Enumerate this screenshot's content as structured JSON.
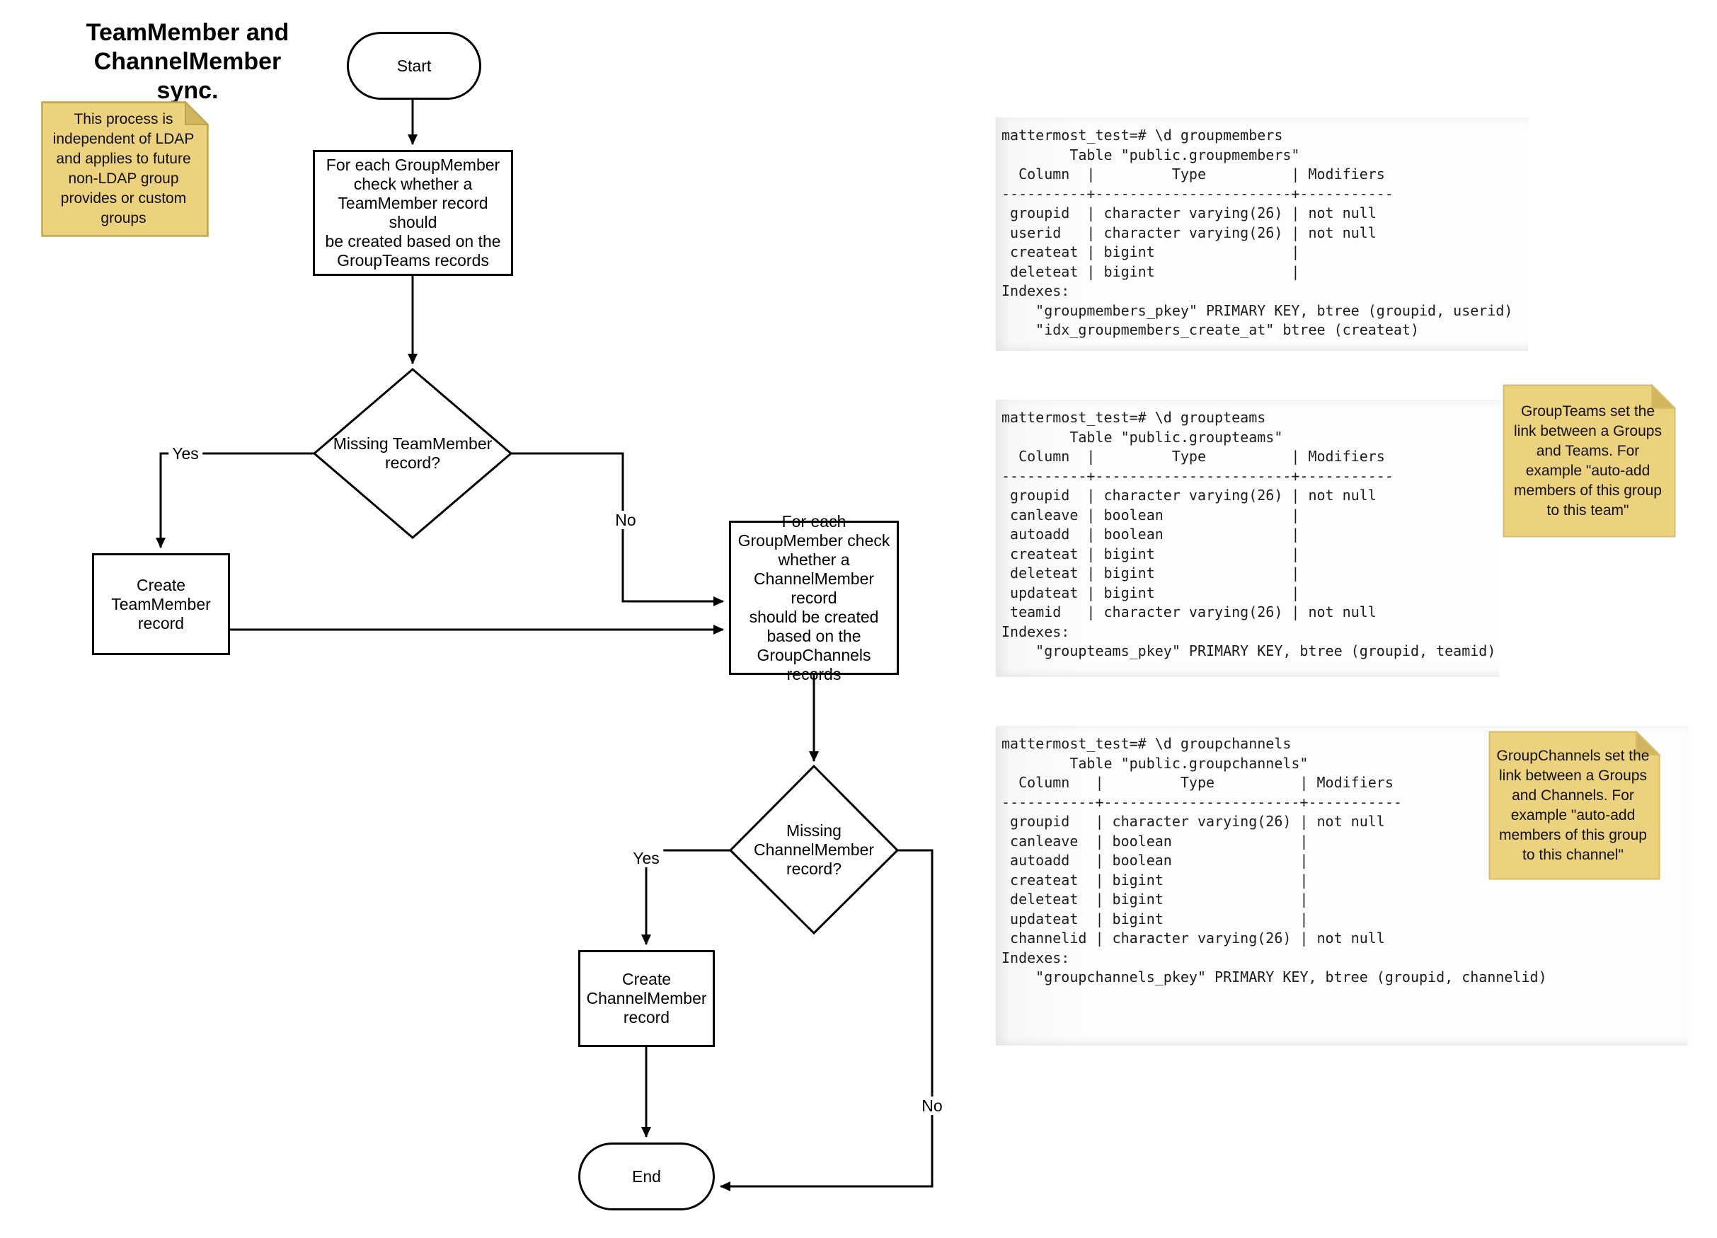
{
  "title": "TeamMember and\nChannelMember sync.",
  "sticky_notes": {
    "process_scope": "This process is\nindependent of LDAP\nand applies to future\nnon-LDAP group\nprovides or custom\ngroups",
    "groupteams": "GroupTeams set the\nlink between a Groups\nand Teams. For\nexample \"auto-add\nmembers of this group\nto this team\"",
    "groupchannels": "GroupChannels set the\nlink between a Groups\nand Channels. For\nexample \"auto-add\nmembers of this group\nto this channel\""
  },
  "flowchart": {
    "start": "Start",
    "process_teammember": "For each GroupMember\ncheck whether a\nTeamMember record should\nbe created based on the\nGroupTeams records",
    "decision_teammember": "Missing TeamMember\nrecord?",
    "create_teammember": "Create\nTeamMember\nrecord",
    "process_channelmember": "For each\nGroupMember check\nwhether a\nChannelMember record\nshould be created\nbased on the\nGroupChannels\nrecords",
    "decision_channelmember": "Missing\nChannelMember\nrecord?",
    "create_channelmember": "Create\nChannelMember\nrecord",
    "end": "End",
    "edge_labels": {
      "decision1_yes": "Yes",
      "decision1_no": "No",
      "decision2_yes": "Yes",
      "decision2_no": "No"
    }
  },
  "terminals": {
    "groupmembers": "mattermost_test=# \\d groupmembers\n        Table \"public.groupmembers\"\n  Column  |         Type          | Modifiers\n----------+-----------------------+-----------\n groupid  | character varying(26) | not null\n userid   | character varying(26) | not null\n createat | bigint                |\n deleteat | bigint                |\nIndexes:\n    \"groupmembers_pkey\" PRIMARY KEY, btree (groupid, userid)\n    \"idx_groupmembers_create_at\" btree (createat)",
    "groupteams": "mattermost_test=# \\d groupteams\n        Table \"public.groupteams\"\n  Column  |         Type          | Modifiers\n----------+-----------------------+-----------\n groupid  | character varying(26) | not null\n canleave | boolean               |\n autoadd  | boolean               |\n createat | bigint                |\n deleteat | bigint                |\n updateat | bigint                |\n teamid   | character varying(26) | not null\nIndexes:\n    \"groupteams_pkey\" PRIMARY KEY, btree (groupid, teamid)",
    "groupchannels": "mattermost_test=# \\d groupchannels\n        Table \"public.groupchannels\"\n  Column   |         Type          | Modifiers\n-----------+-----------------------+-----------\n groupid   | character varying(26) | not null\n canleave  | boolean               |\n autoadd   | boolean               |\n createat  | bigint                |\n deleteat  | bigint                |\n updateat  | bigint                |\n channelid | character varying(26) | not null\nIndexes:\n    \"groupchannels_pkey\" PRIMARY KEY, btree (groupid, channelid)"
  },
  "colors": {
    "note_fill": "#ecd17e",
    "note_fold": "#d2b55e",
    "note_border": "#bfa54c",
    "shape_stroke": "#000000",
    "shape_fill": "#ffffff",
    "panel_edge": "#e7e7e7",
    "code_text": "#1d1d1d"
  }
}
